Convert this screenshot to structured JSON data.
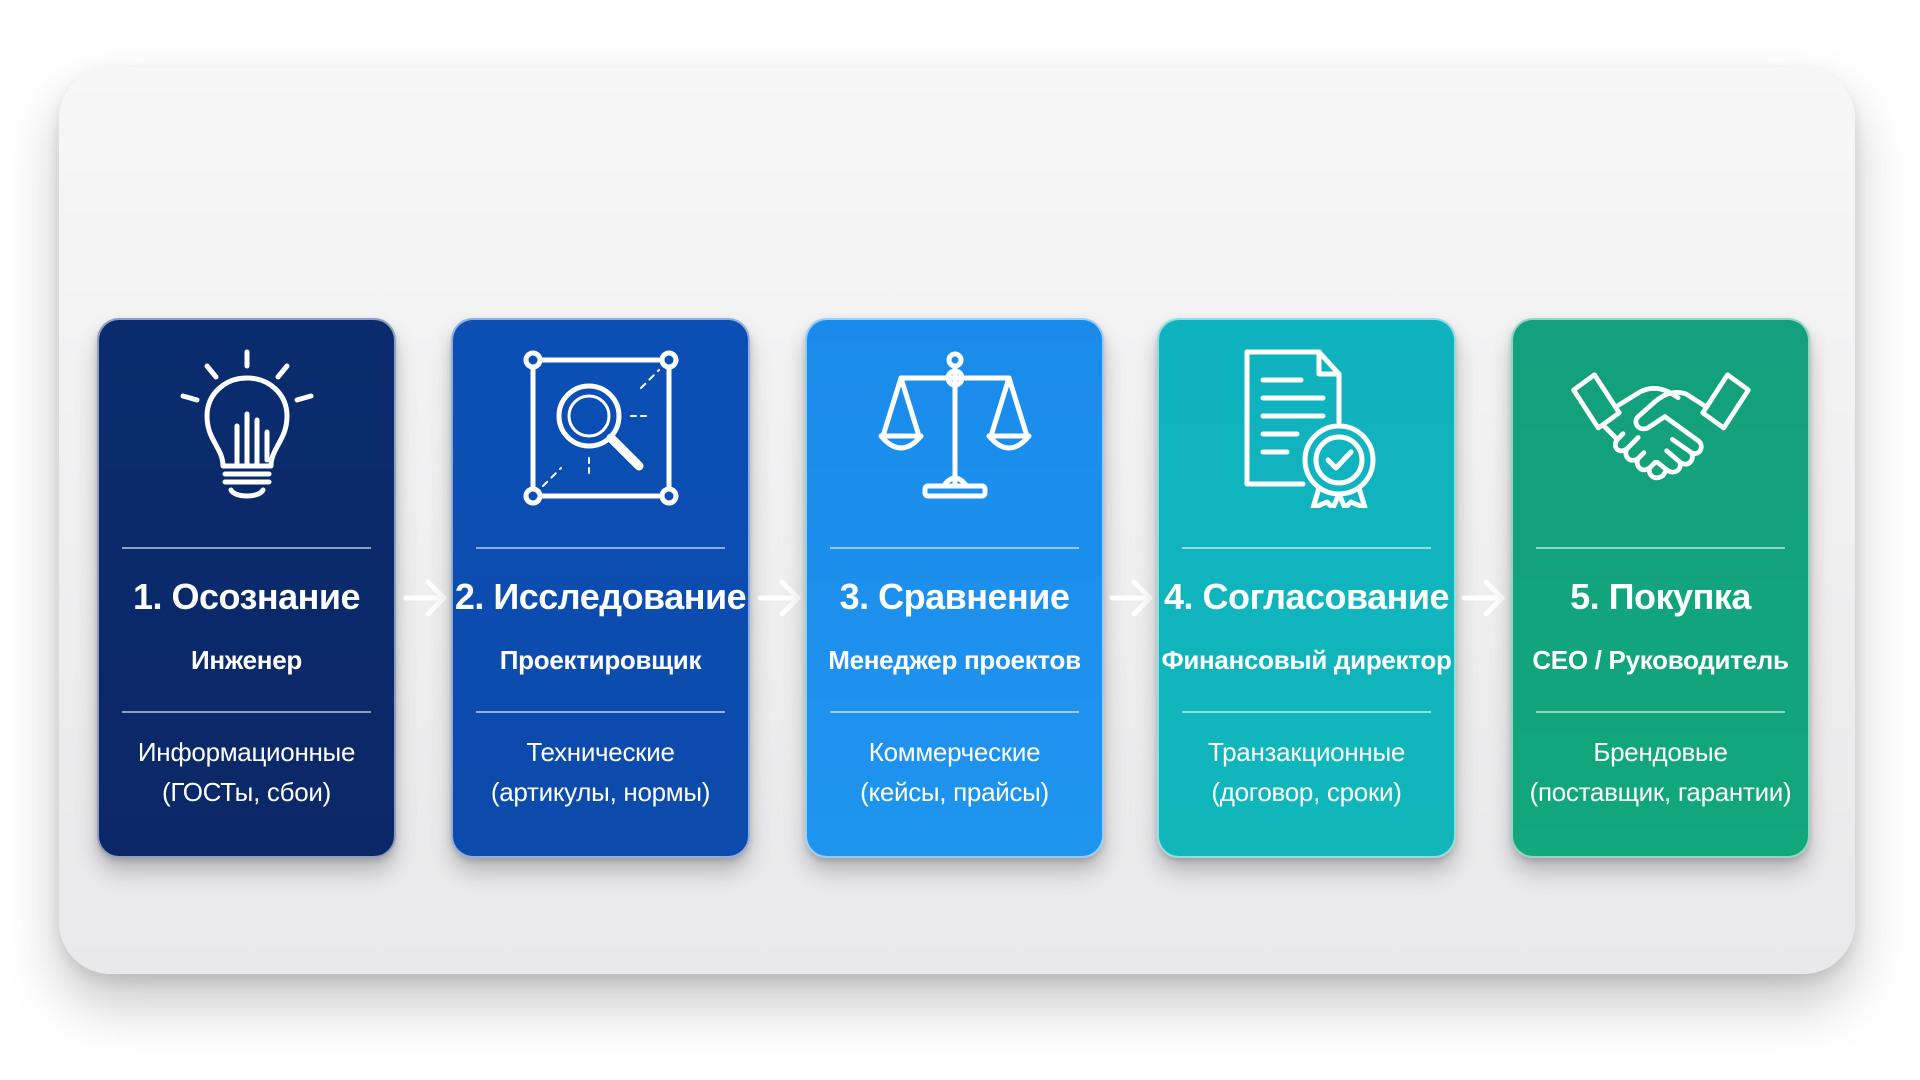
{
  "stages": [
    {
      "title": "1. Осознание",
      "role": "Инженер",
      "intent_line1": "Информационные",
      "intent_line2": "(ГОСТы, сбои)",
      "icon": "lightbulb-icon",
      "color": "#0b2a6b"
    },
    {
      "title": "2. Исследование",
      "role": "Проектировщик",
      "intent_line1": "Технические",
      "intent_line2": "(артикулы, нормы)",
      "icon": "magnifier-icon",
      "color": "#0d4fb3"
    },
    {
      "title": "3. Сравнение",
      "role": "Менеджер проектов",
      "intent_line1": "Коммерческие",
      "intent_line2": "(кейсы, прайсы)",
      "icon": "scales-icon",
      "color": "#1d8fea"
    },
    {
      "title": "4. Согласование",
      "role": "Финансовый директор",
      "intent_line1": "Транзакционные",
      "intent_line2": "(договор, сроки)",
      "icon": "certified-document-icon",
      "color": "#10b5be"
    },
    {
      "title": "5. Покупка",
      "role": "CEO / Руководитель",
      "intent_line1": "Брендовые",
      "intent_line2": "(поставщик, гарантии)",
      "icon": "handshake-icon",
      "color": "#13a37c"
    }
  ]
}
